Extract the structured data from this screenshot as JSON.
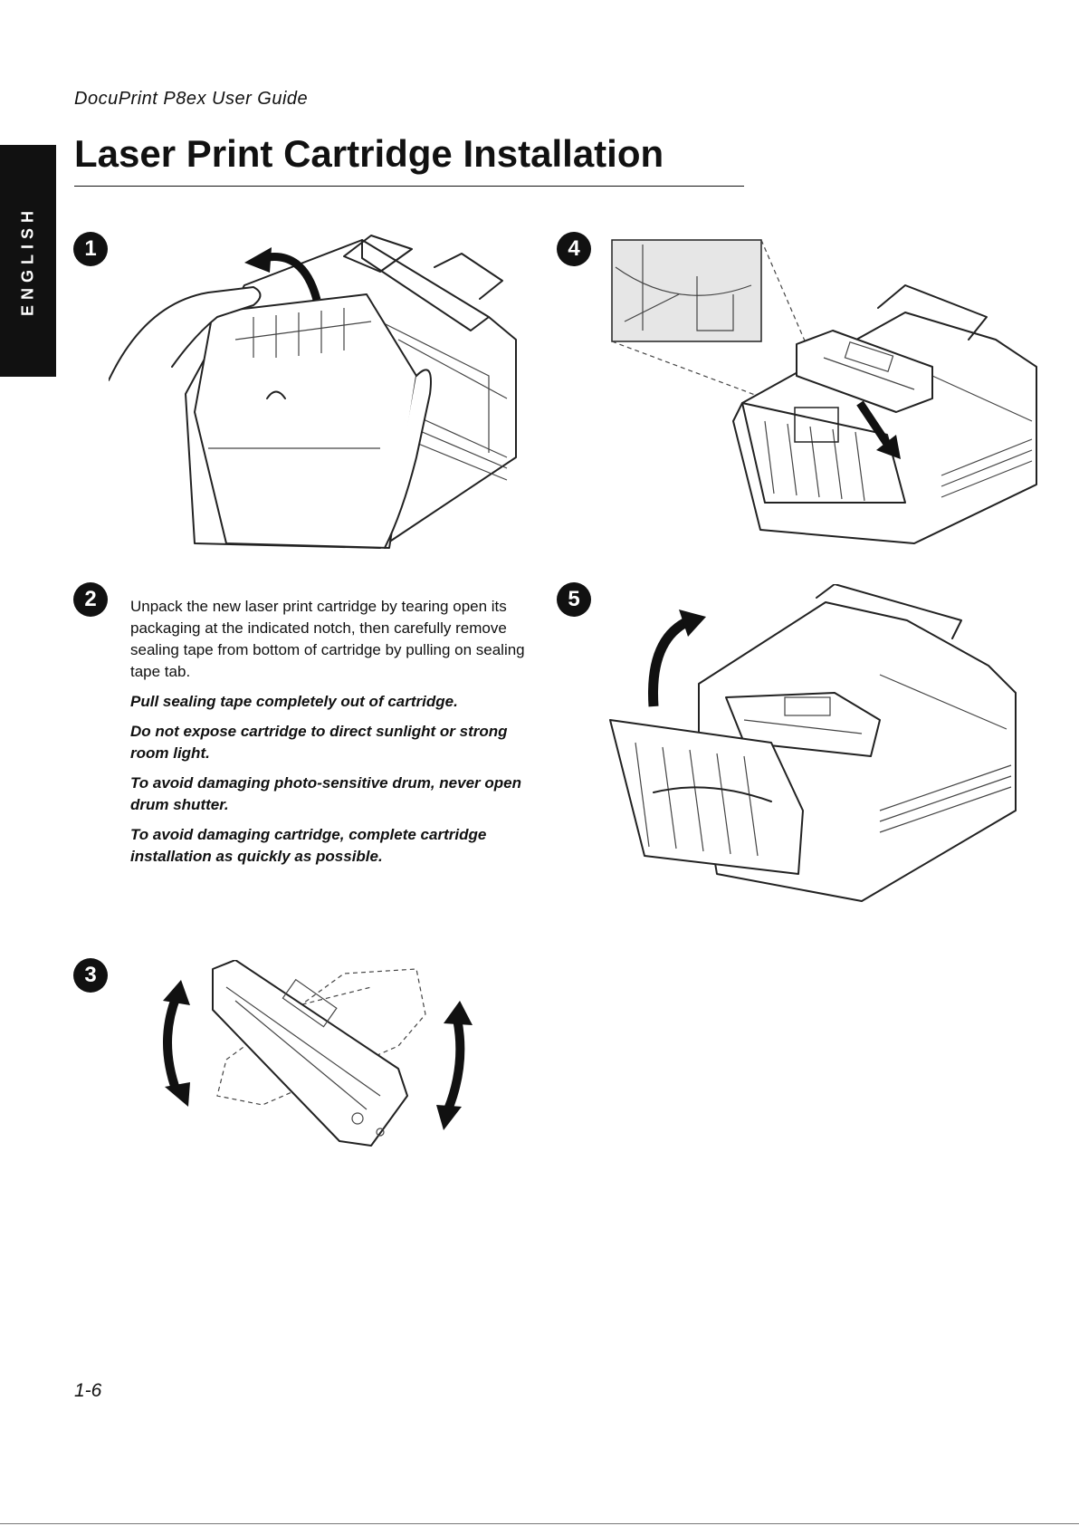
{
  "header": {
    "title": "DocuPrint P8ex User Guide"
  },
  "page_title": "Laser Print Cartridge Installation",
  "side_tab": {
    "label": "ENGLISH"
  },
  "steps": {
    "s1": "1",
    "s2": "2",
    "s3": "3",
    "s4": "4",
    "s5": "5"
  },
  "instructions": {
    "main": "Unpack the new laser print cartridge by tearing open its packaging at the indicated notch, then carefully remove sealing tape from bottom of cartridge by pulling on sealing tape tab.",
    "note1": "Pull sealing tape completely out of cartridge.",
    "note2": "Do not expose cartridge to direct sunlight or strong room light.",
    "note3": "To avoid damaging photo-sensitive drum, never open drum shutter.",
    "note4": "To avoid damaging cartridge, complete cartridge installation as quickly as possible."
  },
  "footer": {
    "page_number": "1-6"
  },
  "icons": {
    "fig1": "printer-open-cover-illustration",
    "fig3": "cartridge-rock-illustration",
    "fig4": "cartridge-insert-illustration",
    "fig5": "printer-close-cover-illustration"
  }
}
